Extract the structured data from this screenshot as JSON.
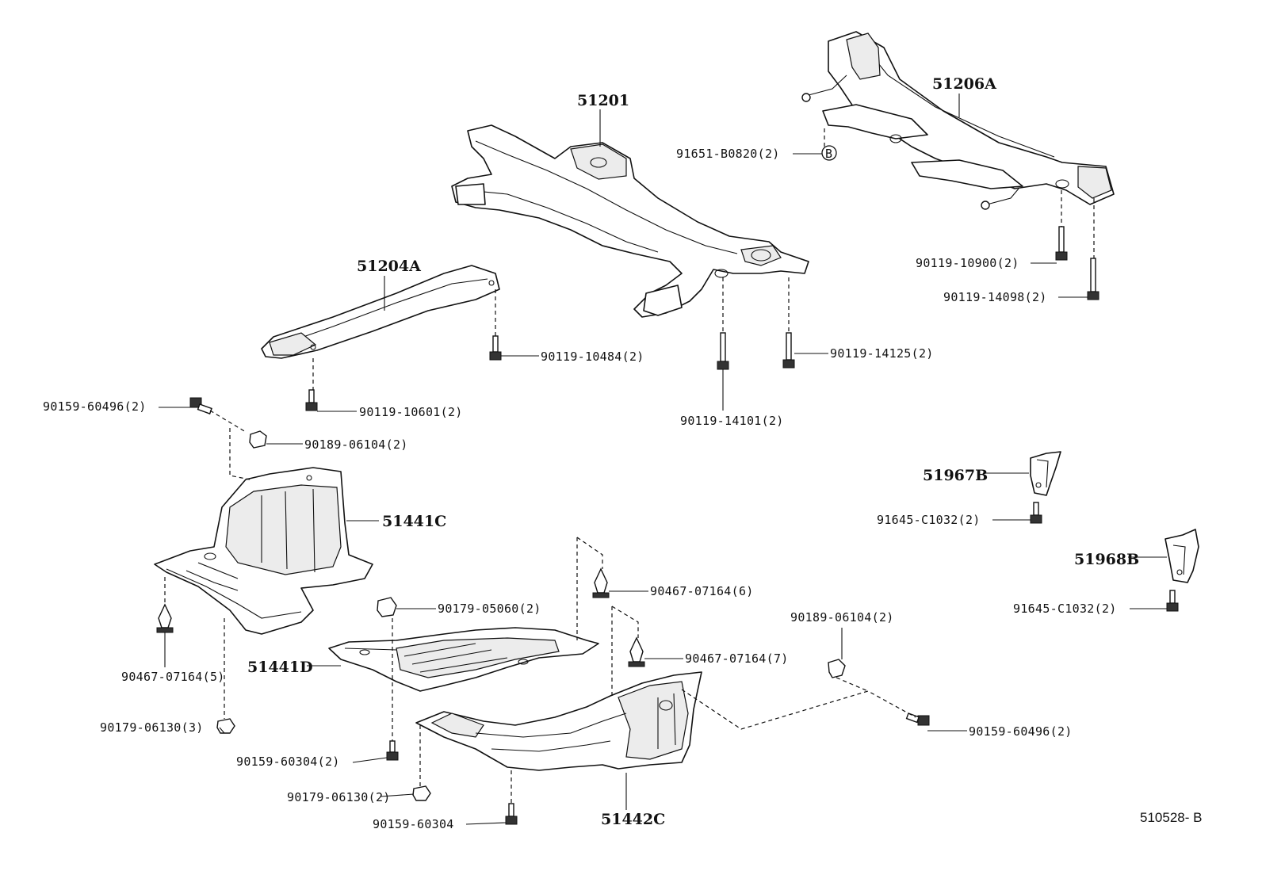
{
  "diagram": {
    "reference_code": "510528- B",
    "callouts": {
      "p51201": "51201",
      "p51206A": "51206A",
      "p51204A": "51204A",
      "p51441C": "51441C",
      "p51441D": "51441D",
      "p51442C": "51442C",
      "p51967B": "51967B",
      "p51968B": "51968B",
      "c91651": "91651-B0820(2)",
      "ref_b": "B",
      "c10900": "90119-10900(2)",
      "c14098": "90119-14098(2)",
      "c10484": "90119-10484(2)",
      "c14125": "90119-14125(2)",
      "c14101": "90119-14101(2)",
      "c10601": "90119-10601(2)",
      "c60496a": "90159-60496(2)",
      "c06104a": "90189-06104(2)",
      "c1032a": "91645-C1032(2)",
      "c1032b": "91645-C1032(2)",
      "c07164_6": "90467-07164(6)",
      "c05060": "90179-05060(2)",
      "c06104b": "90189-06104(2)",
      "c07164_7": "90467-07164(7)",
      "c07164_5": "90467-07164(5)",
      "c06130a": "90179-06130(3)",
      "c60496b": "90159-60496(2)",
      "c60304a": "90159-60304(2)",
      "c06130b": "90179-06130(2)",
      "c60304b": "90159-60304"
    }
  }
}
